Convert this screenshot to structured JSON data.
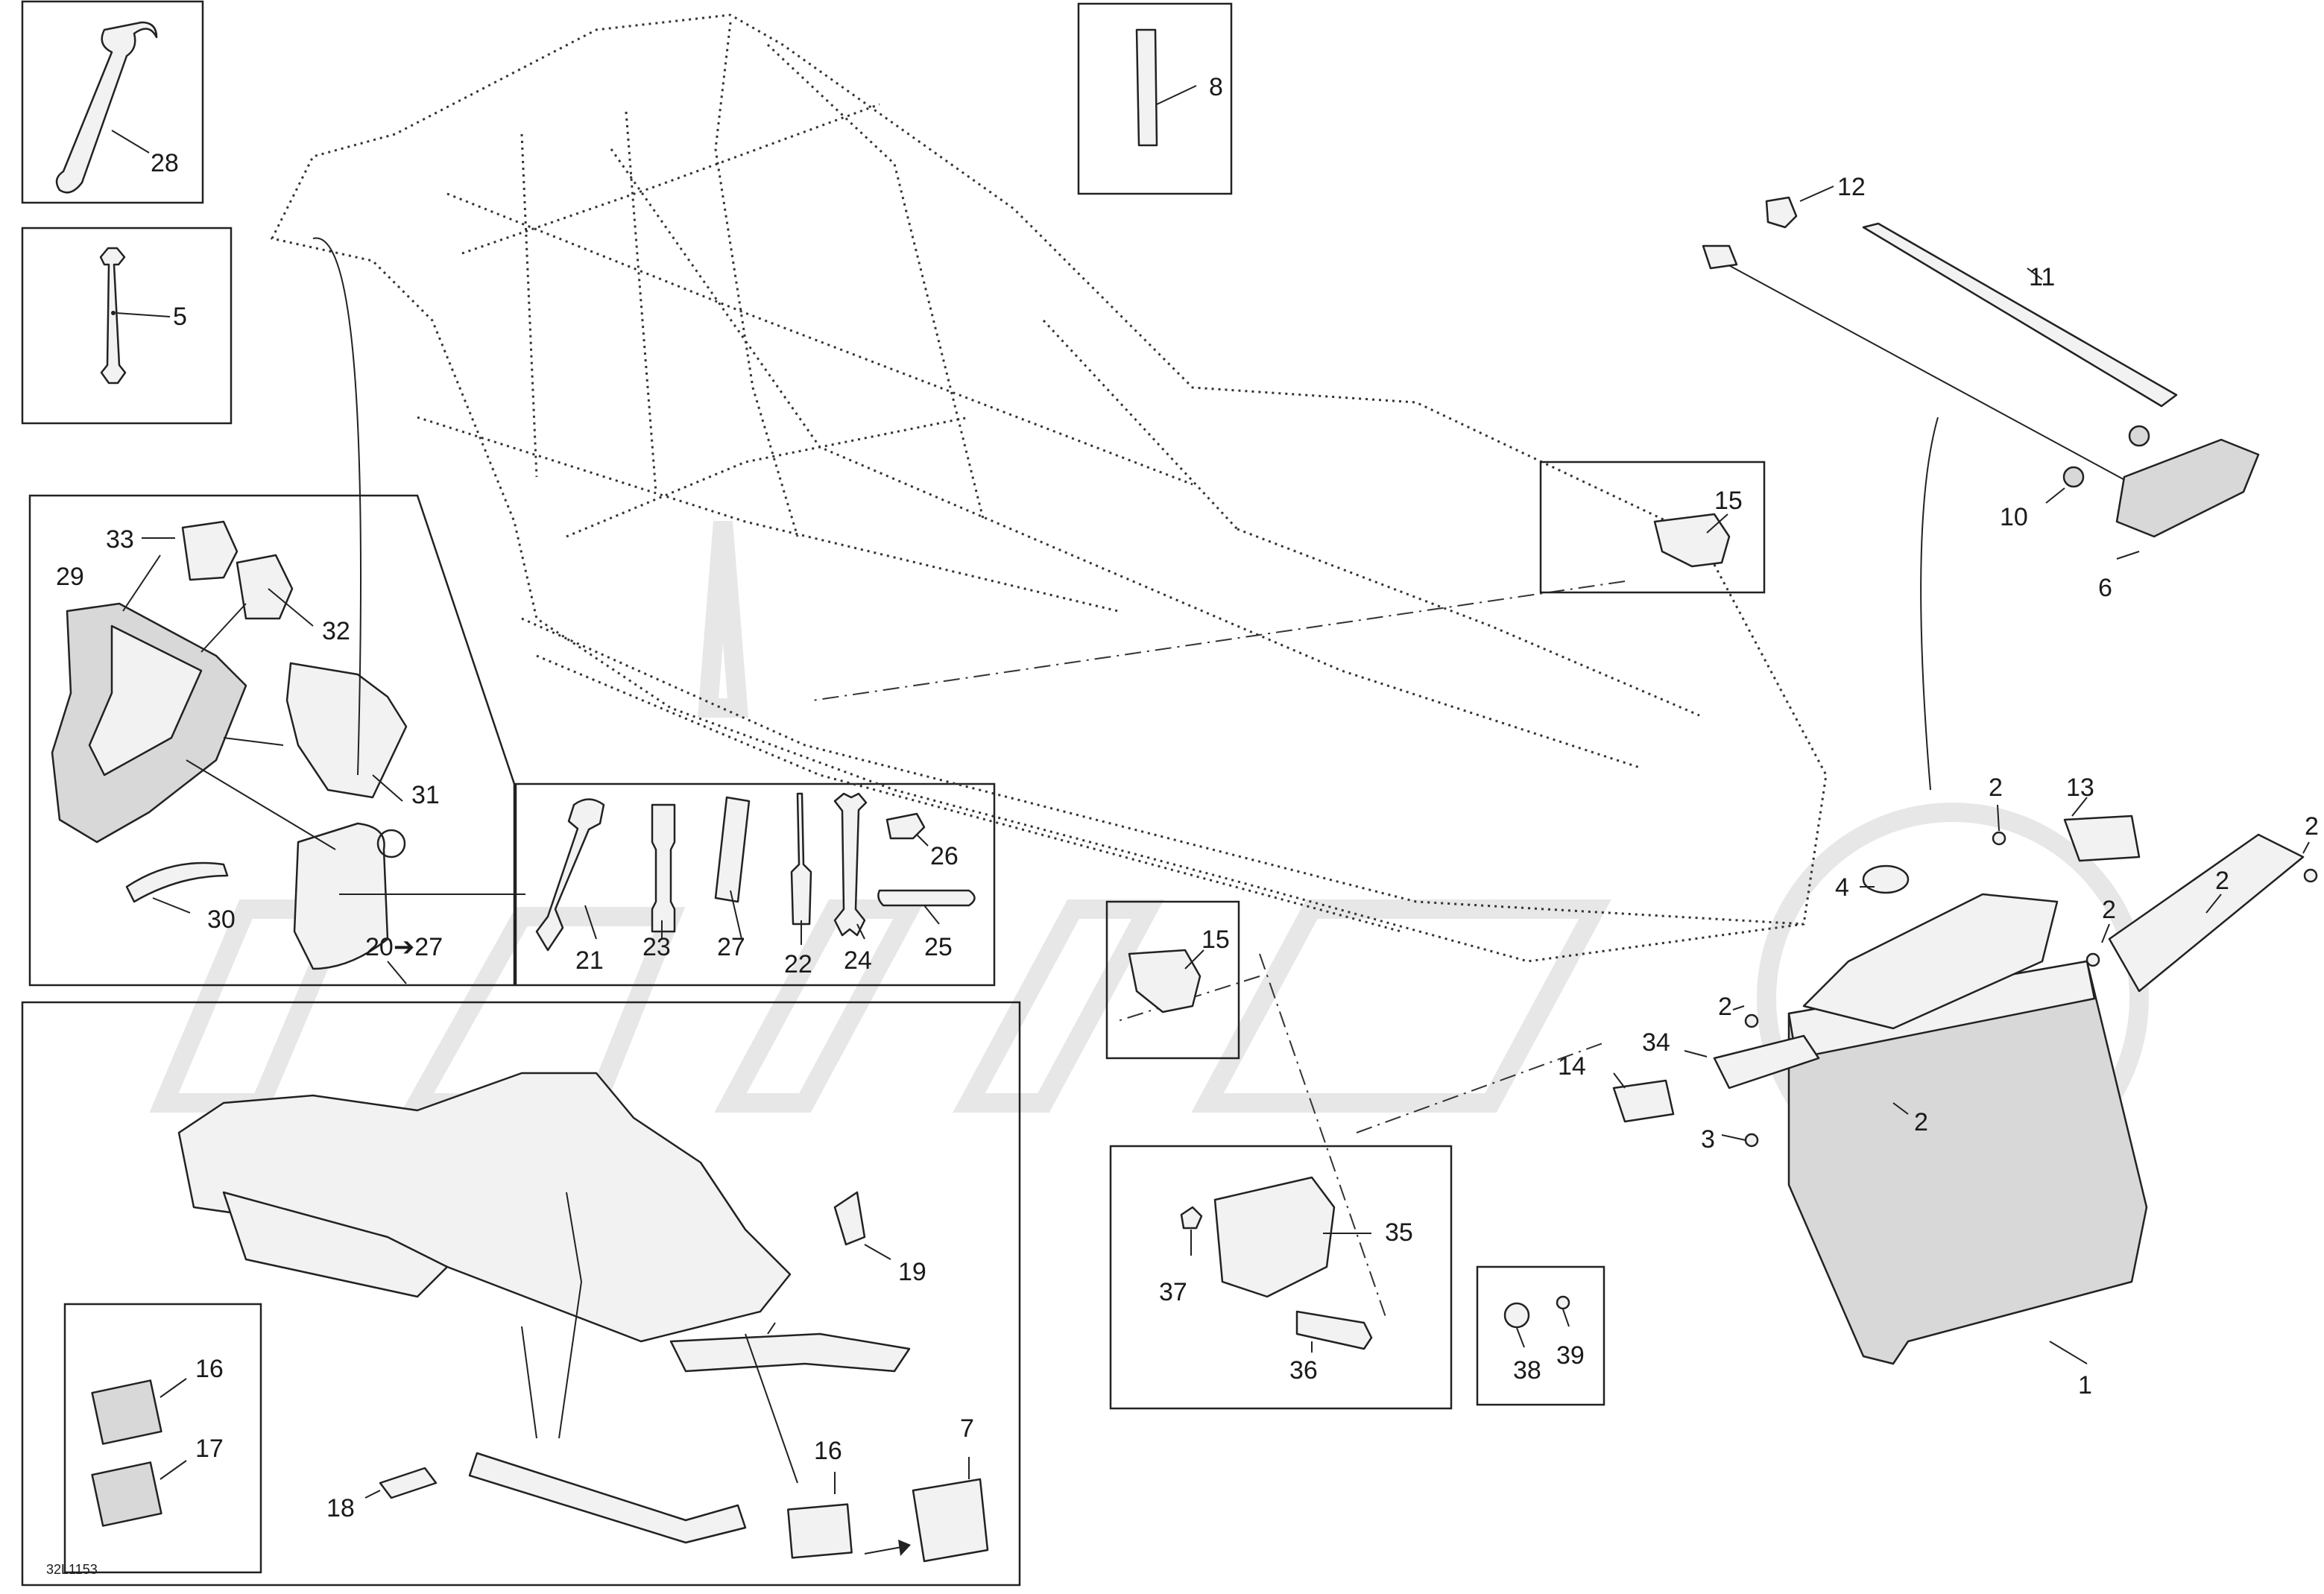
{
  "diagram_code": "32L1153",
  "callouts": {
    "c1": "1",
    "c2a": "2",
    "c2b": "2",
    "c2c": "2",
    "c2d": "2",
    "c2e": "2",
    "c2f": "2",
    "c3": "3",
    "c4": "4",
    "c5": "5",
    "c6": "6",
    "c7": "7",
    "c8": "8",
    "c10": "10",
    "c11": "11",
    "c12": "12",
    "c13": "13",
    "c14": "14",
    "c15a": "15",
    "c15b": "15",
    "c16a": "16",
    "c16b": "16",
    "c17": "17",
    "c18": "18",
    "c19": "19",
    "c20": "20➔27",
    "c21": "21",
    "c22": "22",
    "c23": "23",
    "c24": "24",
    "c25": "25",
    "c26": "26",
    "c27": "27",
    "c28": "28",
    "c29": "29",
    "c30": "30",
    "c31": "31",
    "c32": "32",
    "c33": "33",
    "c34": "34",
    "c35": "35",
    "c36": "36",
    "c37": "37",
    "c38": "38",
    "c39": "39"
  }
}
